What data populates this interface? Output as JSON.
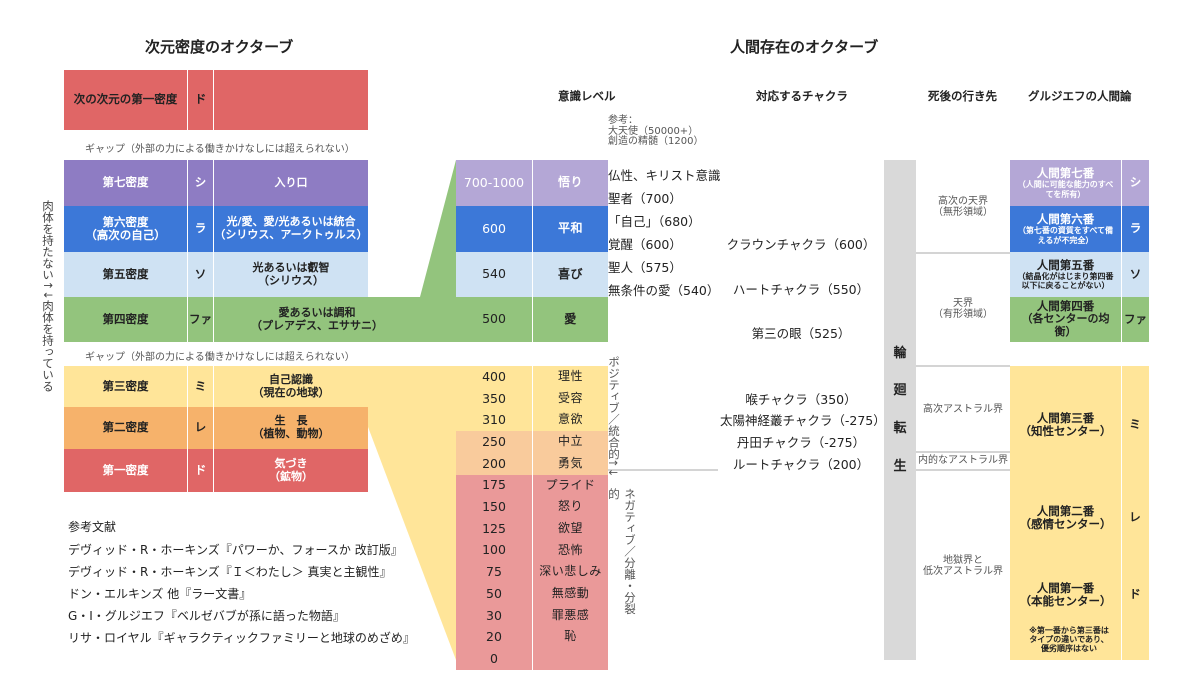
{
  "titles": {
    "left": "次元密度のオクターブ",
    "right": "人間存在のオクターブ"
  },
  "headers": {
    "level": "意識レベル",
    "chakra": "対応するチャクラ",
    "after_death": "死後の行き先",
    "gurdjieff": "グルジエフの人間論"
  },
  "density": {
    "next": {
      "name": "次の次元の第一密度",
      "note": "ド",
      "desc": ""
    },
    "gap": "ギャップ（外部の力による働きかけなしには超えられない）",
    "rows": [
      {
        "name": "第七密度",
        "note": "シ",
        "desc": "入り口"
      },
      {
        "name": "第六密度\n（高次の自己）",
        "note": "ラ",
        "desc": "光/愛、愛/光あるいは統合\n（シリウス、アークトゥルス）"
      },
      {
        "name": "第五密度",
        "note": "ソ",
        "desc": "光あるいは叡智\n（シリウス）"
      },
      {
        "name": "第四密度",
        "note": "ファ",
        "desc": "愛あるいは調和\n（プレアデス、エササニ）"
      },
      {
        "name": "第三密度",
        "note": "ミ",
        "desc": "自己認識\n（現在の地球）"
      },
      {
        "name": "第二密度",
        "note": "レ",
        "desc": "生　長\n（植物、動物）"
      },
      {
        "name": "第一密度",
        "note": "ド",
        "desc": "気づき\n（鉱物）"
      }
    ]
  },
  "side_label": "肉体を持たない↑↓肉体を持っている",
  "references": {
    "title": "参考文献",
    "items": [
      "デヴィッド・R・ホーキンズ『パワーか、フォースか 改訂版』",
      "デヴィッド・R・ホーキンズ『Ｉ＜わたし＞ 真実と主観性』",
      "ドン・エルキンズ 他『ラー文書』",
      "G・I・グルジエフ『ベルゼバブが孫に語った物語』",
      "リサ・ロイヤル『ギャラクティックファミリーと地球のめざめ』"
    ]
  },
  "levels": [
    {
      "value": "700-1000",
      "emotion": "悟り"
    },
    {
      "value": "600",
      "emotion": "平和"
    },
    {
      "value": "540",
      "emotion": "喜び"
    },
    {
      "value": "500",
      "emotion": "愛"
    },
    {
      "value": "400",
      "emotion": "理性"
    },
    {
      "value": "350",
      "emotion": "受容"
    },
    {
      "value": "310",
      "emotion": "意欲"
    },
    {
      "value": "250",
      "emotion": "中立"
    },
    {
      "value": "200",
      "emotion": "勇気"
    },
    {
      "value": "175",
      "emotion": "プライド"
    },
    {
      "value": "150",
      "emotion": "怒り"
    },
    {
      "value": "125",
      "emotion": "欲望"
    },
    {
      "value": "100",
      "emotion": "恐怖"
    },
    {
      "value": "75",
      "emotion": "深い悲しみ"
    },
    {
      "value": "50",
      "emotion": "無感動"
    },
    {
      "value": "30",
      "emotion": "罪悪感"
    },
    {
      "value": "20",
      "emotion": "恥"
    },
    {
      "value": "0",
      "emotion": ""
    }
  ],
  "reference_note": "参考：\n大天使（50000+）\n創造の精髄（1200）",
  "saints": [
    "仏性、キリスト意識",
    "聖者（700）",
    "「自己」（680）",
    "覚醒（600）",
    "聖人（575）",
    "無条件の愛（540）"
  ],
  "positive_label": "ポジティブ／統合的",
  "arrow_label": "↑↓",
  "negative_label": "ネガティブ／分離・分裂的",
  "chakras": [
    "クラウンチャクラ（600）",
    "ハートチャクラ（550）",
    "第三の眼（525）",
    "喉チャクラ（350）",
    "太陽神経叢チャクラ（-275）",
    "丹田チャクラ（-275）",
    "ルートチャクラ（200）"
  ],
  "rinne": "輪\n廻\n転\n生",
  "destinations": [
    "高次の天界\n（無形領域）",
    "天界\n（有形領域）",
    "高次アストラル界",
    "内的なアストラル界",
    "地獄界と\n低次アストラル界"
  ],
  "humans": [
    {
      "title": "人間第七番",
      "sub": "（人間に可能な能力のすべてを所有）",
      "note": "シ"
    },
    {
      "title": "人間第六番",
      "sub": "（第七番の資質をすべて備えるが不完全）",
      "note": "ラ"
    },
    {
      "title": "人間第五番",
      "sub": "（結晶化がはじまり第四番以下に戻ることがない）",
      "note": "ソ"
    },
    {
      "title": "人間第四番",
      "sub": "（各センターの均衡）",
      "note": "ファ"
    },
    {
      "title": "人間第三番",
      "sub": "（知性センター）",
      "note": "ミ"
    },
    {
      "title": "人間第二番",
      "sub": "（感情センター）",
      "note": "レ"
    },
    {
      "title": "人間第一番",
      "sub": "（本能センター）",
      "note": "ド"
    }
  ],
  "human_footnote": "※第一番から第三番は\nタイプの違いであり、\n優劣順序はない",
  "colors": {
    "red": "#e06666",
    "purple": "#8e7cc3",
    "blue": "#3c78d8",
    "lightblue": "#cfe2f3",
    "green": "#93c47d",
    "yellow": "#ffe599",
    "orange": "#f6b26b",
    "peach": "#f9cb9c",
    "pink": "#ea9999",
    "lavender": "#b4a7d6",
    "gray": "#d9d9d9"
  }
}
